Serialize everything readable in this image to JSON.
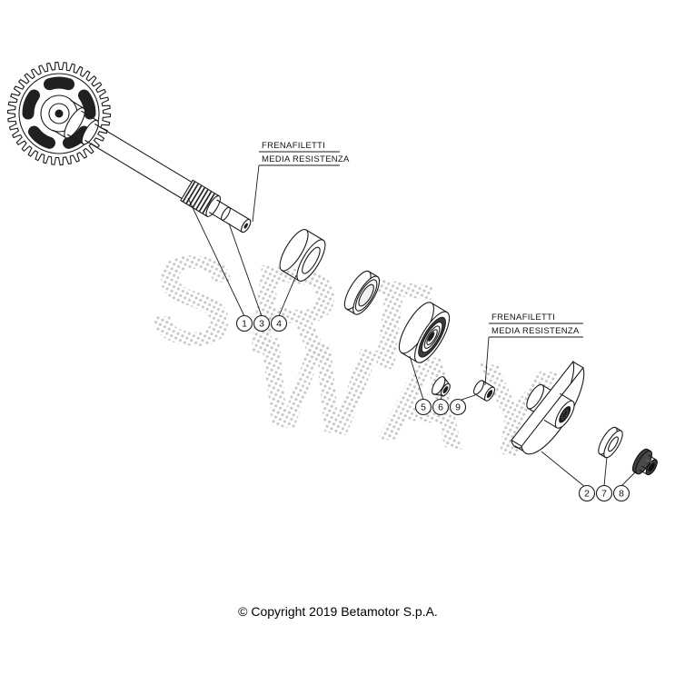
{
  "diagram": {
    "callouts": [
      {
        "line1": "FRENAFILETTI",
        "line2": "MEDIA RESISTENZA"
      },
      {
        "line1": "FRENAFILETTI",
        "line2": "MEDIA RESISTENZA"
      }
    ],
    "balloons": [
      "1",
      "3",
      "4",
      "5",
      "6",
      "9",
      "2",
      "7",
      "8"
    ]
  },
  "watermark": {
    "line1": "SRT",
    "line2": "WAY"
  },
  "footer": {
    "copyright": "© Copyright 2019 Betamotor S.p.A."
  },
  "colors": {
    "line": "#1a1a1a",
    "background": "#ffffff",
    "watermark_dot": "#b5b5b5"
  }
}
